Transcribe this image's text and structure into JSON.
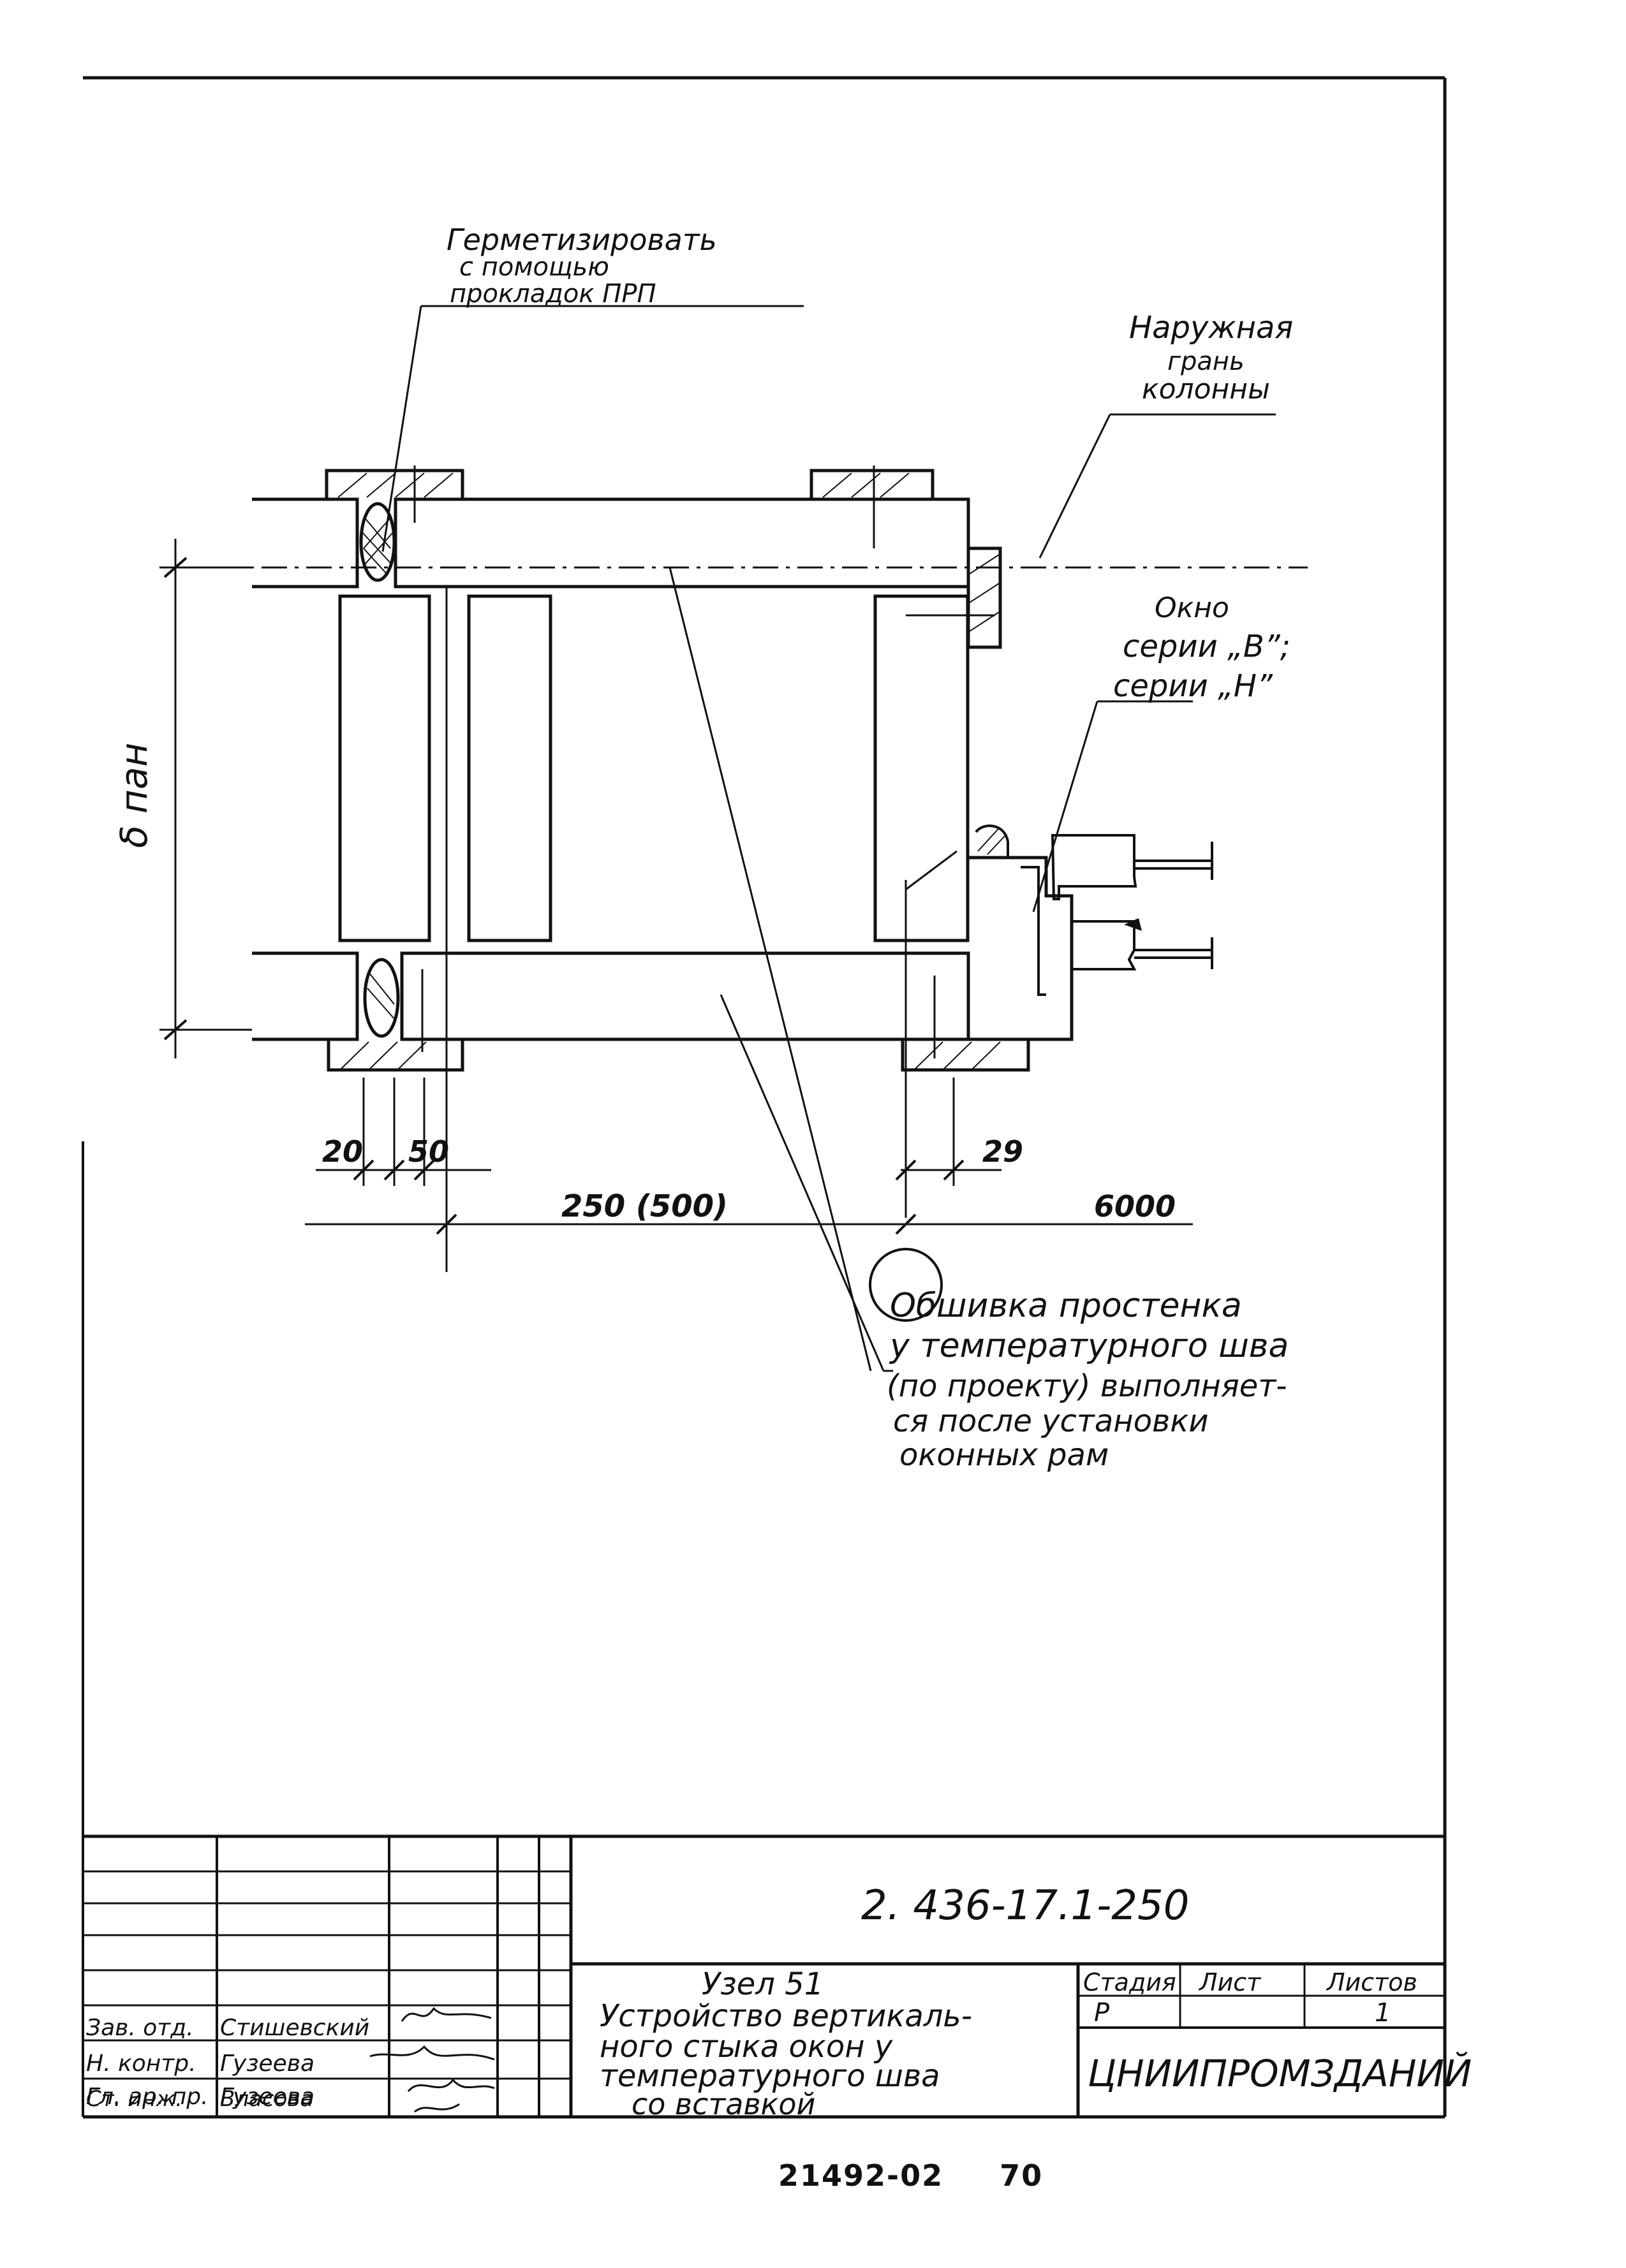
{
  "callouts": {
    "seal": [
      "Герметизировать",
      "с помощью",
      "прокладок ПРП"
    ],
    "outer_face": [
      "Наружная",
      "грань",
      "колонны"
    ],
    "window": [
      "Окно",
      "серии „В”;",
      "серии „Н”"
    ],
    "cladding": [
      "Обшивка простенка",
      "у температурного шва",
      "(по проекту) выполняет-",
      "ся после установки",
      "оконных рам"
    ]
  },
  "dimensions": {
    "panel": "δ пан",
    "d20": "20",
    "d50": "50",
    "d29": "29",
    "d250": "250 (500)",
    "d6000": "6000"
  },
  "stamp": {
    "doc_code": "2. 436-17.1-250",
    "title": [
      "Узел 51",
      "Устройство вертикаль-",
      "ного стыка окон у",
      "температурного шва",
      "со вставкой"
    ],
    "stage_label": "Стадия",
    "sheet_label": "Лист",
    "sheets_label": "Листов",
    "stage_value": "Р",
    "sheets_value": "1",
    "org": "ЦНИИПРОМЗДАНИЙ",
    "people": [
      {
        "role": "Зав. отд.",
        "name": "Стишевский"
      },
      {
        "role": "Н. контр.",
        "name": "Гузеева"
      },
      {
        "role": "Гл. ар. пр.",
        "name": "Гузеева"
      },
      {
        "role": "Ст. инж.",
        "name": "Власова"
      }
    ]
  },
  "footer": {
    "code": "21492-02",
    "page": "70"
  }
}
